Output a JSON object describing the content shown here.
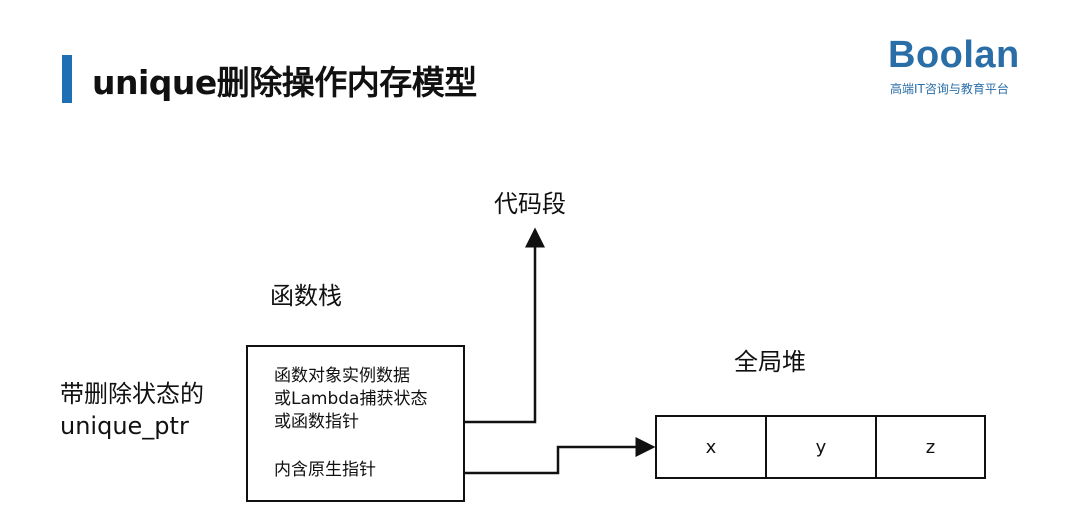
{
  "slide": {
    "title": "unique删除操作内存模型",
    "logo": {
      "name": "Boolan",
      "tagline": "高端IT咨询与教育平台"
    }
  },
  "diagram": {
    "code_segment_label": "代码段",
    "stack_label": "函数栈",
    "heap_label": "全局堆",
    "left_label_line1": "带删除状态的",
    "left_label_line2": "unique_ptr",
    "stack_box": {
      "line1": "函数对象实例数据",
      "line2": "或Lambda捕获状态",
      "line3": "或函数指针",
      "line4": "内含原生指针"
    },
    "heap_cells": [
      "x",
      "y",
      "z"
    ]
  }
}
